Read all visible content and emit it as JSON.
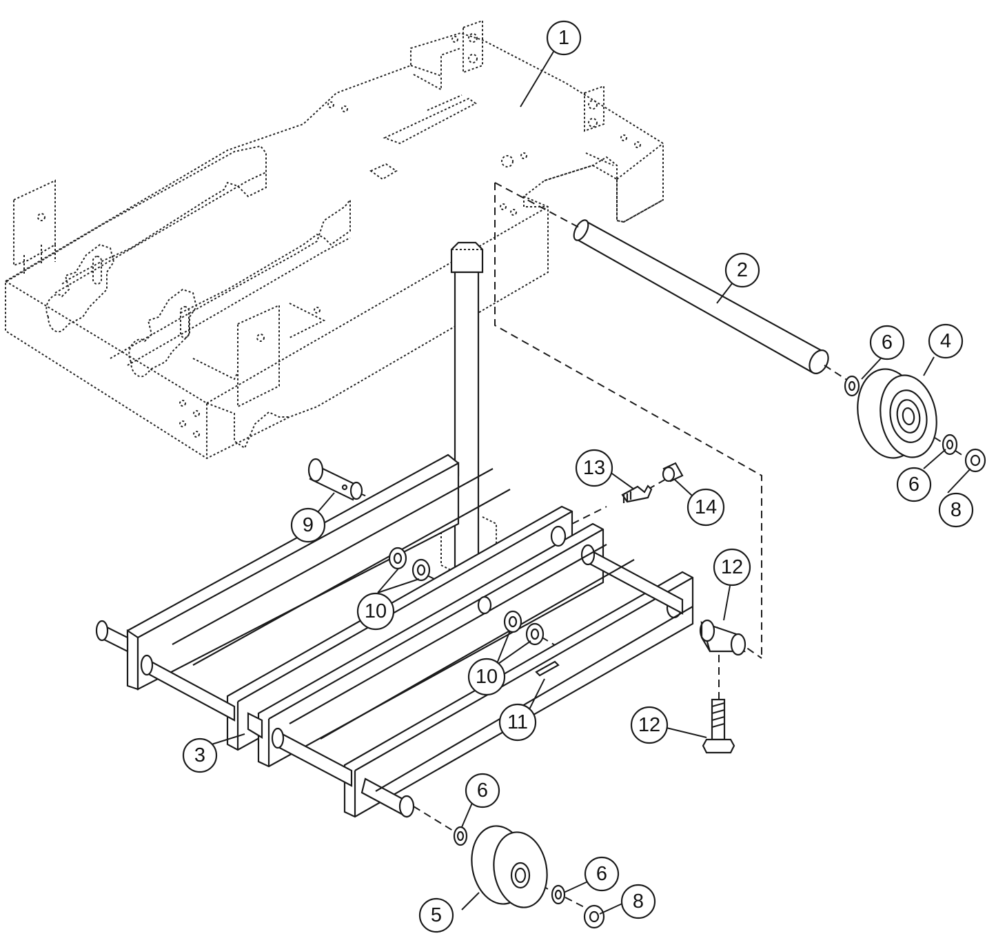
{
  "diagram": {
    "type": "exploded-parts-view",
    "callouts": [
      {
        "id": "c1",
        "label": "1"
      },
      {
        "id": "c2",
        "label": "2"
      },
      {
        "id": "c3",
        "label": "3"
      },
      {
        "id": "c4",
        "label": "4"
      },
      {
        "id": "c5",
        "label": "5"
      },
      {
        "id": "c6a",
        "label": "6"
      },
      {
        "id": "c6b",
        "label": "6"
      },
      {
        "id": "c6c",
        "label": "6"
      },
      {
        "id": "c6d",
        "label": "6"
      },
      {
        "id": "c8a",
        "label": "8"
      },
      {
        "id": "c8b",
        "label": "8"
      },
      {
        "id": "c9",
        "label": "9"
      },
      {
        "id": "c10a",
        "label": "10"
      },
      {
        "id": "c10b",
        "label": "10"
      },
      {
        "id": "c11",
        "label": "11"
      },
      {
        "id": "c12a",
        "label": "12"
      },
      {
        "id": "c12b",
        "label": "12"
      },
      {
        "id": "c13",
        "label": "13"
      },
      {
        "id": "c14",
        "label": "14"
      }
    ]
  }
}
